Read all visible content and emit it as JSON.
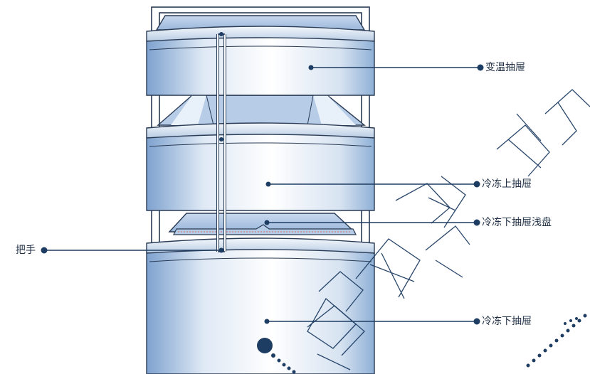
{
  "labels": {
    "variable_temp_drawer": "变温抽屉",
    "freezer_upper_drawer": "冷冻上抽屉",
    "freezer_lower_tray": "冷冻下抽屉浅盘",
    "handle": "把手",
    "freezer_lower_drawer": "冷冻下抽屉"
  },
  "watermark": {
    "text": "信搜索蓝领"
  },
  "colors": {
    "callout_line": "#1e3d63",
    "drawer_blue": "#8fb0d6",
    "drawer_light": "#eaf1f9",
    "outline": "#2a3b55",
    "watermark": "#1e3d63"
  }
}
